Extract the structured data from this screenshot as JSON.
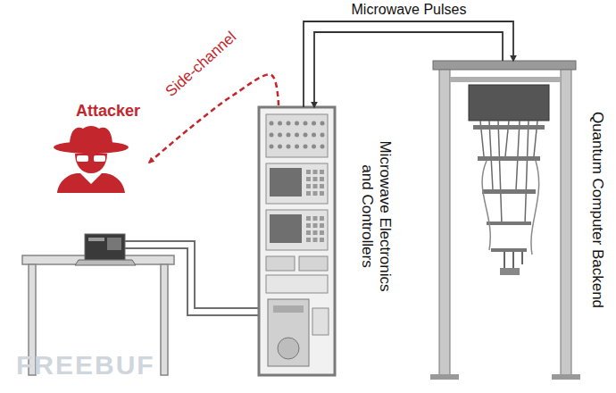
{
  "diagram": {
    "nodes": [
      {
        "text": [
          "Attacker"
        ]
      },
      {
        "text": [
          "Microwave Electronics and Controllers"
        ]
      },
      {
        "text": [
          "Quantum Computer Backend"
        ]
      }
    ],
    "edges": [
      {
        "from": 1,
        "to": 0,
        "label": "Side-channel",
        "arrow": "to"
      },
      {
        "from": 1,
        "to": 2,
        "label": "Microwave Pulses",
        "arrow": "both"
      }
    ],
    "labels": [
      "FREEBUF"
    ]
  }
}
